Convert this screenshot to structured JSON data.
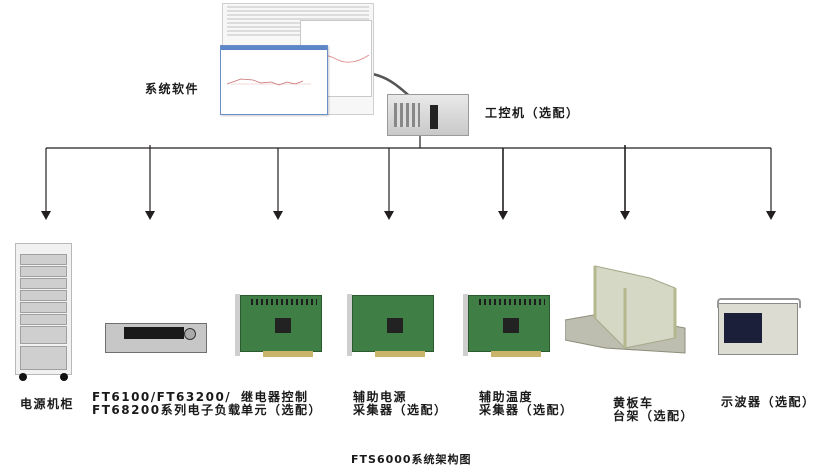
{
  "diagram": {
    "caption": "FTS6000系统架构图",
    "top_nodes": {
      "software": {
        "label": "系统软件",
        "icon": "software-screenshot"
      },
      "ipc": {
        "label": "工控机（选配）",
        "icon": "industrial-pc"
      }
    },
    "devices": [
      {
        "id": "power-cabinet",
        "line1": "电源机柜",
        "line2": ""
      },
      {
        "id": "electronic-load",
        "line1": "FT6100/FT63200/",
        "line2": "FT68200系列电子负载"
      },
      {
        "id": "relay-control",
        "line1": "继电器控制",
        "line2": "单元（选配）"
      },
      {
        "id": "aux-power-acq",
        "line1": "辅助电源",
        "line2": "采集器（选配）"
      },
      {
        "id": "aux-temp-acq",
        "line1": "辅助温度",
        "line2": "采集器（选配）"
      },
      {
        "id": "yellow-cart",
        "line1": "黄板车",
        "line2": "台架（选配）"
      },
      {
        "id": "oscilloscope",
        "line1": "示波器（选配）",
        "line2": ""
      }
    ],
    "colors": {
      "line": "#231f20",
      "text": "#1a1a1a"
    }
  }
}
